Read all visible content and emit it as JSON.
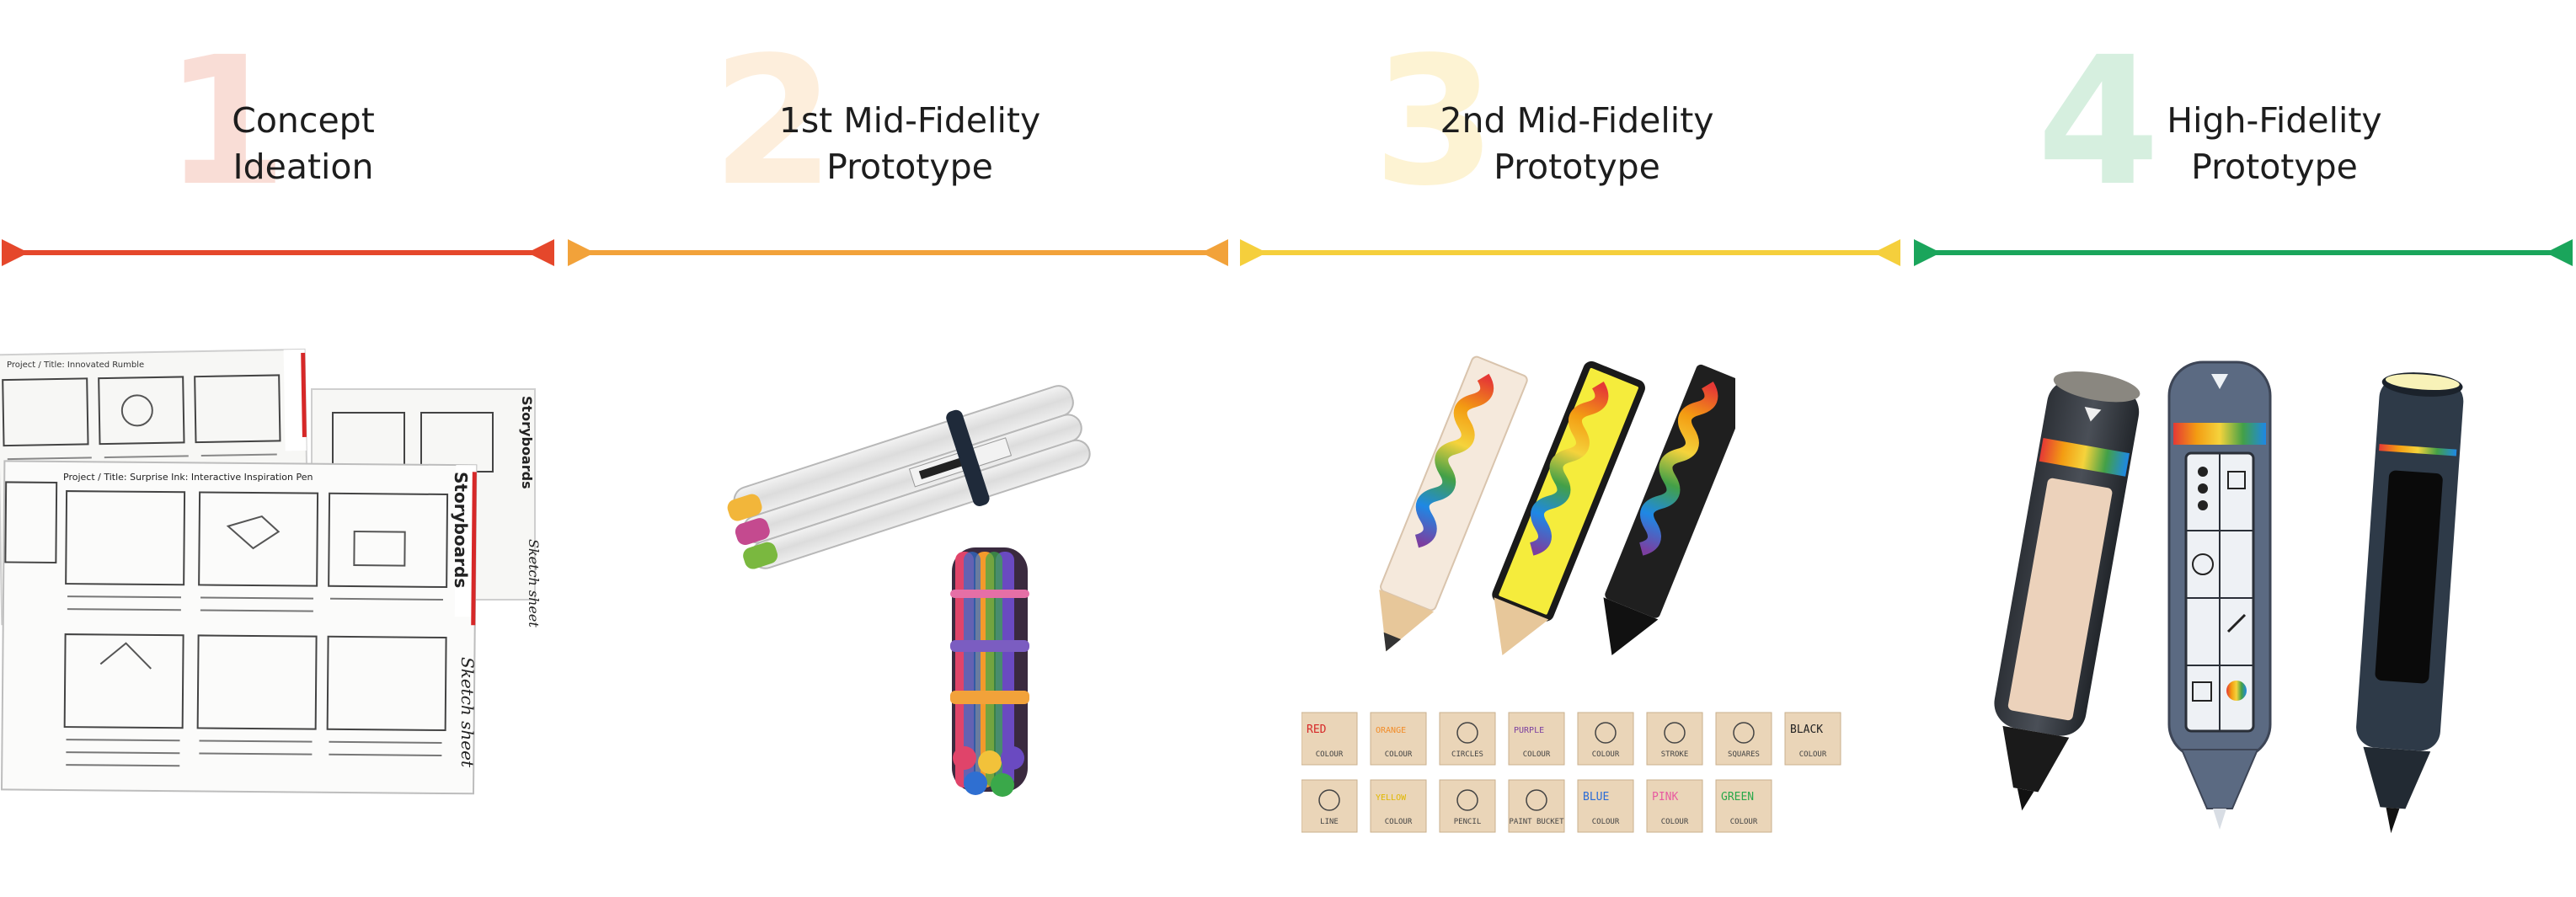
{
  "phases": [
    {
      "number": "1",
      "line1": "Concept",
      "line2": "Ideation",
      "color": "#e5472b",
      "num_color": "#f9ddd6"
    },
    {
      "number": "2",
      "line1": "1st Mid-Fidelity",
      "line2": "Prototype",
      "color": "#f2a23a",
      "num_color": "#fdeedc"
    },
    {
      "number": "3",
      "line1": "2nd Mid-Fidelity",
      "line2": "Prototype",
      "color": "#f5cf3c",
      "num_color": "#fdf3d3"
    },
    {
      "number": "4",
      "line1": "High-Fidelity",
      "line2": "Prototype",
      "color": "#1aa55b",
      "num_color": "#d6efdf"
    }
  ],
  "sketches": {
    "project_title_1": "Project / Title: Innovated Rumble",
    "project_title_2": "Project / Title: Surprise Ink: Interactive Inspiration Pen",
    "storyboards": "Storyboards",
    "sketch_sheet": "Sketch sheet"
  },
  "cards_row1": [
    {
      "word": "RED",
      "sub": "COLOUR",
      "color": "#d62828"
    },
    {
      "word": "ORANGE",
      "sub": "COLOUR",
      "color": "#f28c28"
    },
    {
      "word": "",
      "sub": "CIRCLES",
      "color": "#444444"
    },
    {
      "word": "PURPLE",
      "sub": "COLOUR",
      "color": "#7b3fa0"
    },
    {
      "word": "",
      "sub": "COLOUR",
      "color": "#444444"
    },
    {
      "word": "",
      "sub": "STROKE",
      "color": "#444444"
    },
    {
      "word": "",
      "sub": "SQUARES",
      "color": "#444444"
    },
    {
      "word": "BLACK",
      "sub": "COLOUR",
      "color": "#222222"
    }
  ],
  "cards_row2": [
    {
      "word": "",
      "sub": "LINE",
      "color": "#444444"
    },
    {
      "word": "YELLOW",
      "sub": "COLOUR",
      "color": "#e0b800"
    },
    {
      "word": "",
      "sub": "PENCIL",
      "color": "#444444"
    },
    {
      "word": "",
      "sub": "PAINT BUCKET",
      "color": "#444444"
    },
    {
      "word": "BLUE",
      "sub": "COLOUR",
      "color": "#2b6cd6"
    },
    {
      "word": "PINK",
      "sub": "COLOUR",
      "color": "#e85aa0"
    },
    {
      "word": "GREEN",
      "sub": "COLOUR",
      "color": "#2aa84a"
    }
  ]
}
